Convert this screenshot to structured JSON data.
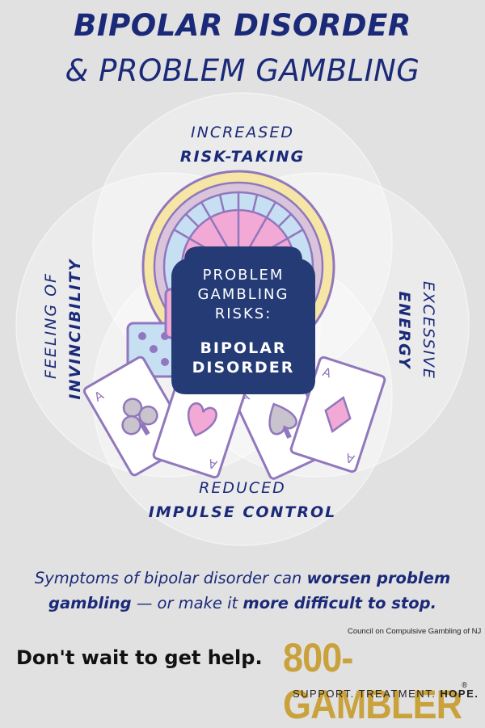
{
  "title": {
    "line1": "BIPOLAR DISORDER",
    "line2": "& PROBLEM GAMBLING"
  },
  "venn": {
    "top": {
      "light": "INCREASED",
      "bold": "RISK-TAKING"
    },
    "left": {
      "light": "FEELING OF",
      "bold": "INVINCIBILITY"
    },
    "right": {
      "light": "EXCESSIVE",
      "bold": "ENERGY"
    },
    "bottom": {
      "light": "REDUCED",
      "bold": "IMPULSE CONTROL"
    }
  },
  "center_box": {
    "line1": "PROBLEM",
    "line2": "GAMBLING",
    "line3": "RISKS:",
    "bold1": "BIPOLAR",
    "bold2": "DISORDER"
  },
  "cards": {
    "rank": "A"
  },
  "body": {
    "part1": "Symptoms of bipolar disorder can ",
    "bold1": "worsen problem",
    "bold2": "gambling",
    "part2": " — or make it ",
    "bold3": "more difficult to stop."
  },
  "footer": {
    "cta": "Don't wait to get help.",
    "org": "Council on Compulsive Gambling of NJ",
    "brand": "800-GAMBLER",
    "registered": "®",
    "tagline_1": "SUPPORT. TREATMENT. ",
    "tagline_2": "HOPE."
  },
  "colors": {
    "navy": "#1b2a78",
    "box": "#243b76",
    "gold": "#c9a23c",
    "pink": "#f2a9d6",
    "lavender": "#9177bd",
    "card_blue": "#c7dff2"
  }
}
